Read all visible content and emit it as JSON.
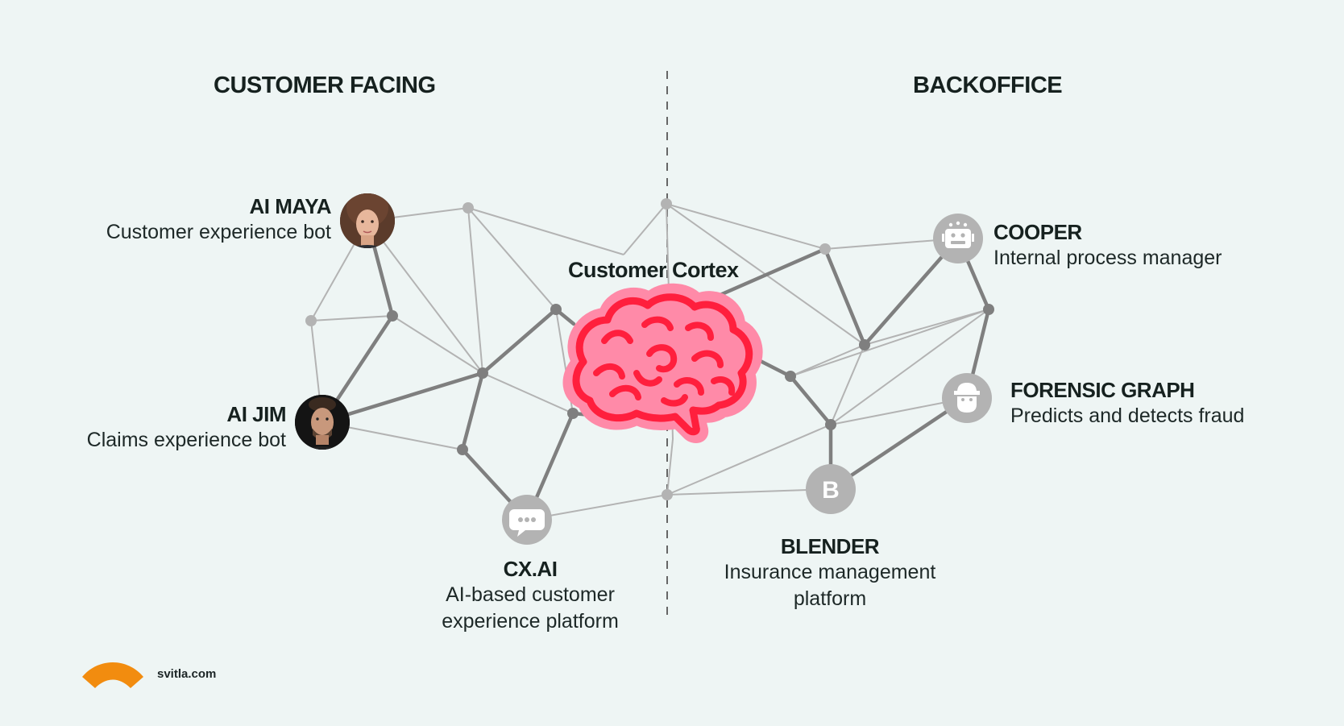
{
  "sections": {
    "left_heading": "CUSTOMER FACING",
    "right_heading": "BACKOFFICE"
  },
  "center": {
    "title": "Customer Cortex",
    "icon": "brain-icon",
    "color_fill": "#ff8aa8",
    "color_stroke": "#ff1f3d"
  },
  "nodes": {
    "ai_maya": {
      "name": "AI MAYA",
      "desc": "Customer experience bot",
      "icon": "avatar-woman"
    },
    "ai_jim": {
      "name": "AI JIM",
      "desc": "Claims experience bot",
      "icon": "avatar-man"
    },
    "cx_ai": {
      "name": "CX.AI",
      "desc_line1": "AI-based customer",
      "desc_line2": "experience platform",
      "icon": "chat-bubble-icon"
    },
    "cooper": {
      "name": "COOPER",
      "desc": "Internal process manager",
      "icon": "robot-icon"
    },
    "forensic_graph": {
      "name": "FORENSIC GRAPH",
      "desc": "Predicts and detects fraud",
      "icon": "detective-icon"
    },
    "blender": {
      "name": "BLENDER",
      "desc_line1": "Insurance management",
      "desc_line2": "platform",
      "icon": "letter-b-icon",
      "letter": "B"
    }
  },
  "footer": {
    "brand": "svitla.com",
    "logo": "svitla-logo",
    "logo_color": "#f28c0f"
  },
  "colors": {
    "background": "#eef5f4",
    "edge_dark": "#7f7f7f",
    "edge_light": "#b3b3b3",
    "node_icon_bg": "#b3b3b3"
  }
}
